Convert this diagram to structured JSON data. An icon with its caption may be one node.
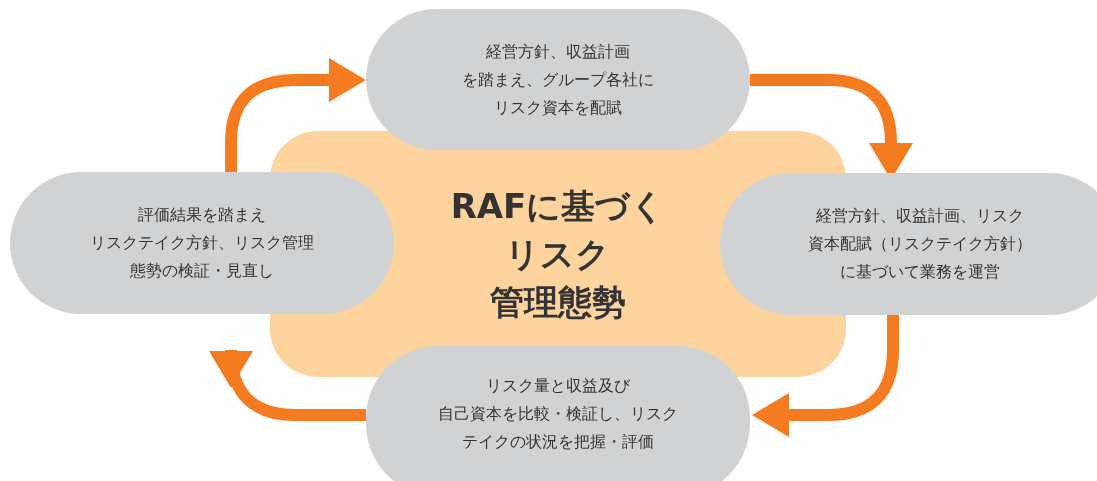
{
  "diagram": {
    "nodes": [
      {
        "text": [
          "経営方針、収益計画を踏まえ、グループ各社にリスク資本を配賦"
        ]
      },
      {
        "text": [
          "評価結果を踏まえリスクテイク方針、リスク管理態勢の検証・見直し"
        ]
      },
      {
        "text": [
          "RAFに基づくリスク管理態勢"
        ]
      },
      {
        "text": [
          "経営方針、収益計画、リスク資本配賦（リスクテイク方針）に基づいて業務を運営"
        ]
      },
      {
        "text": [
          "リスク量と収益及び自己資本を比較・検証し、リスクテイクの状況を把握・評価"
        ]
      }
    ],
    "edges": [
      {
        "from": 0,
        "to": 3,
        "arrow": "to"
      },
      {
        "from": 3,
        "to": 4,
        "arrow": "to"
      },
      {
        "from": 4,
        "to": 1,
        "arrow": "to"
      },
      {
        "from": 1,
        "to": 0,
        "arrow": "to"
      }
    ]
  }
}
